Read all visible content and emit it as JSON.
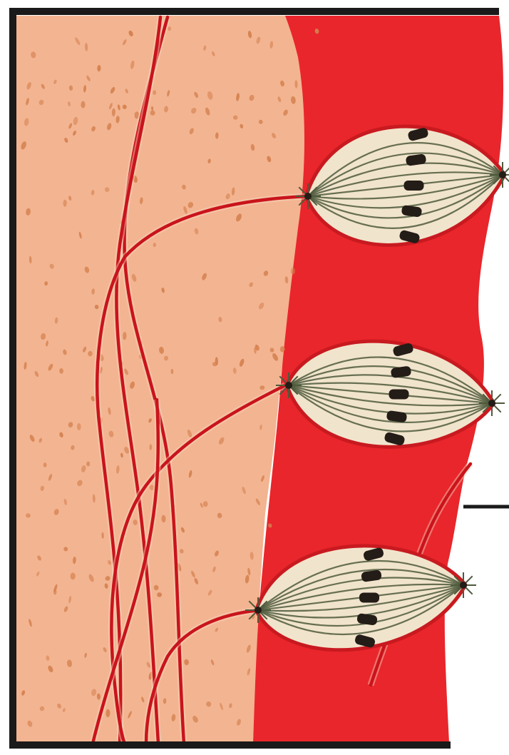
{
  "diagram": {
    "colors": {
      "background": "#ffffff",
      "frame": "#1a1a1a",
      "cytoplasm": "#f3b491",
      "cytoplasm_speckle": "#d4814f",
      "nuclear_region": "#e9262b",
      "nuclear_shadow": "#c81a20",
      "fiber": "#c9141b",
      "fiber_highlight": "#f7d6c1",
      "spindle_fill": "#f1e4cc",
      "spindle_fiber": "#4f5a3c",
      "chromosome": "#231c17"
    },
    "spindle_count": 3,
    "chromosomes_per_spindle": 5,
    "fiber_count": 7,
    "labels": []
  }
}
